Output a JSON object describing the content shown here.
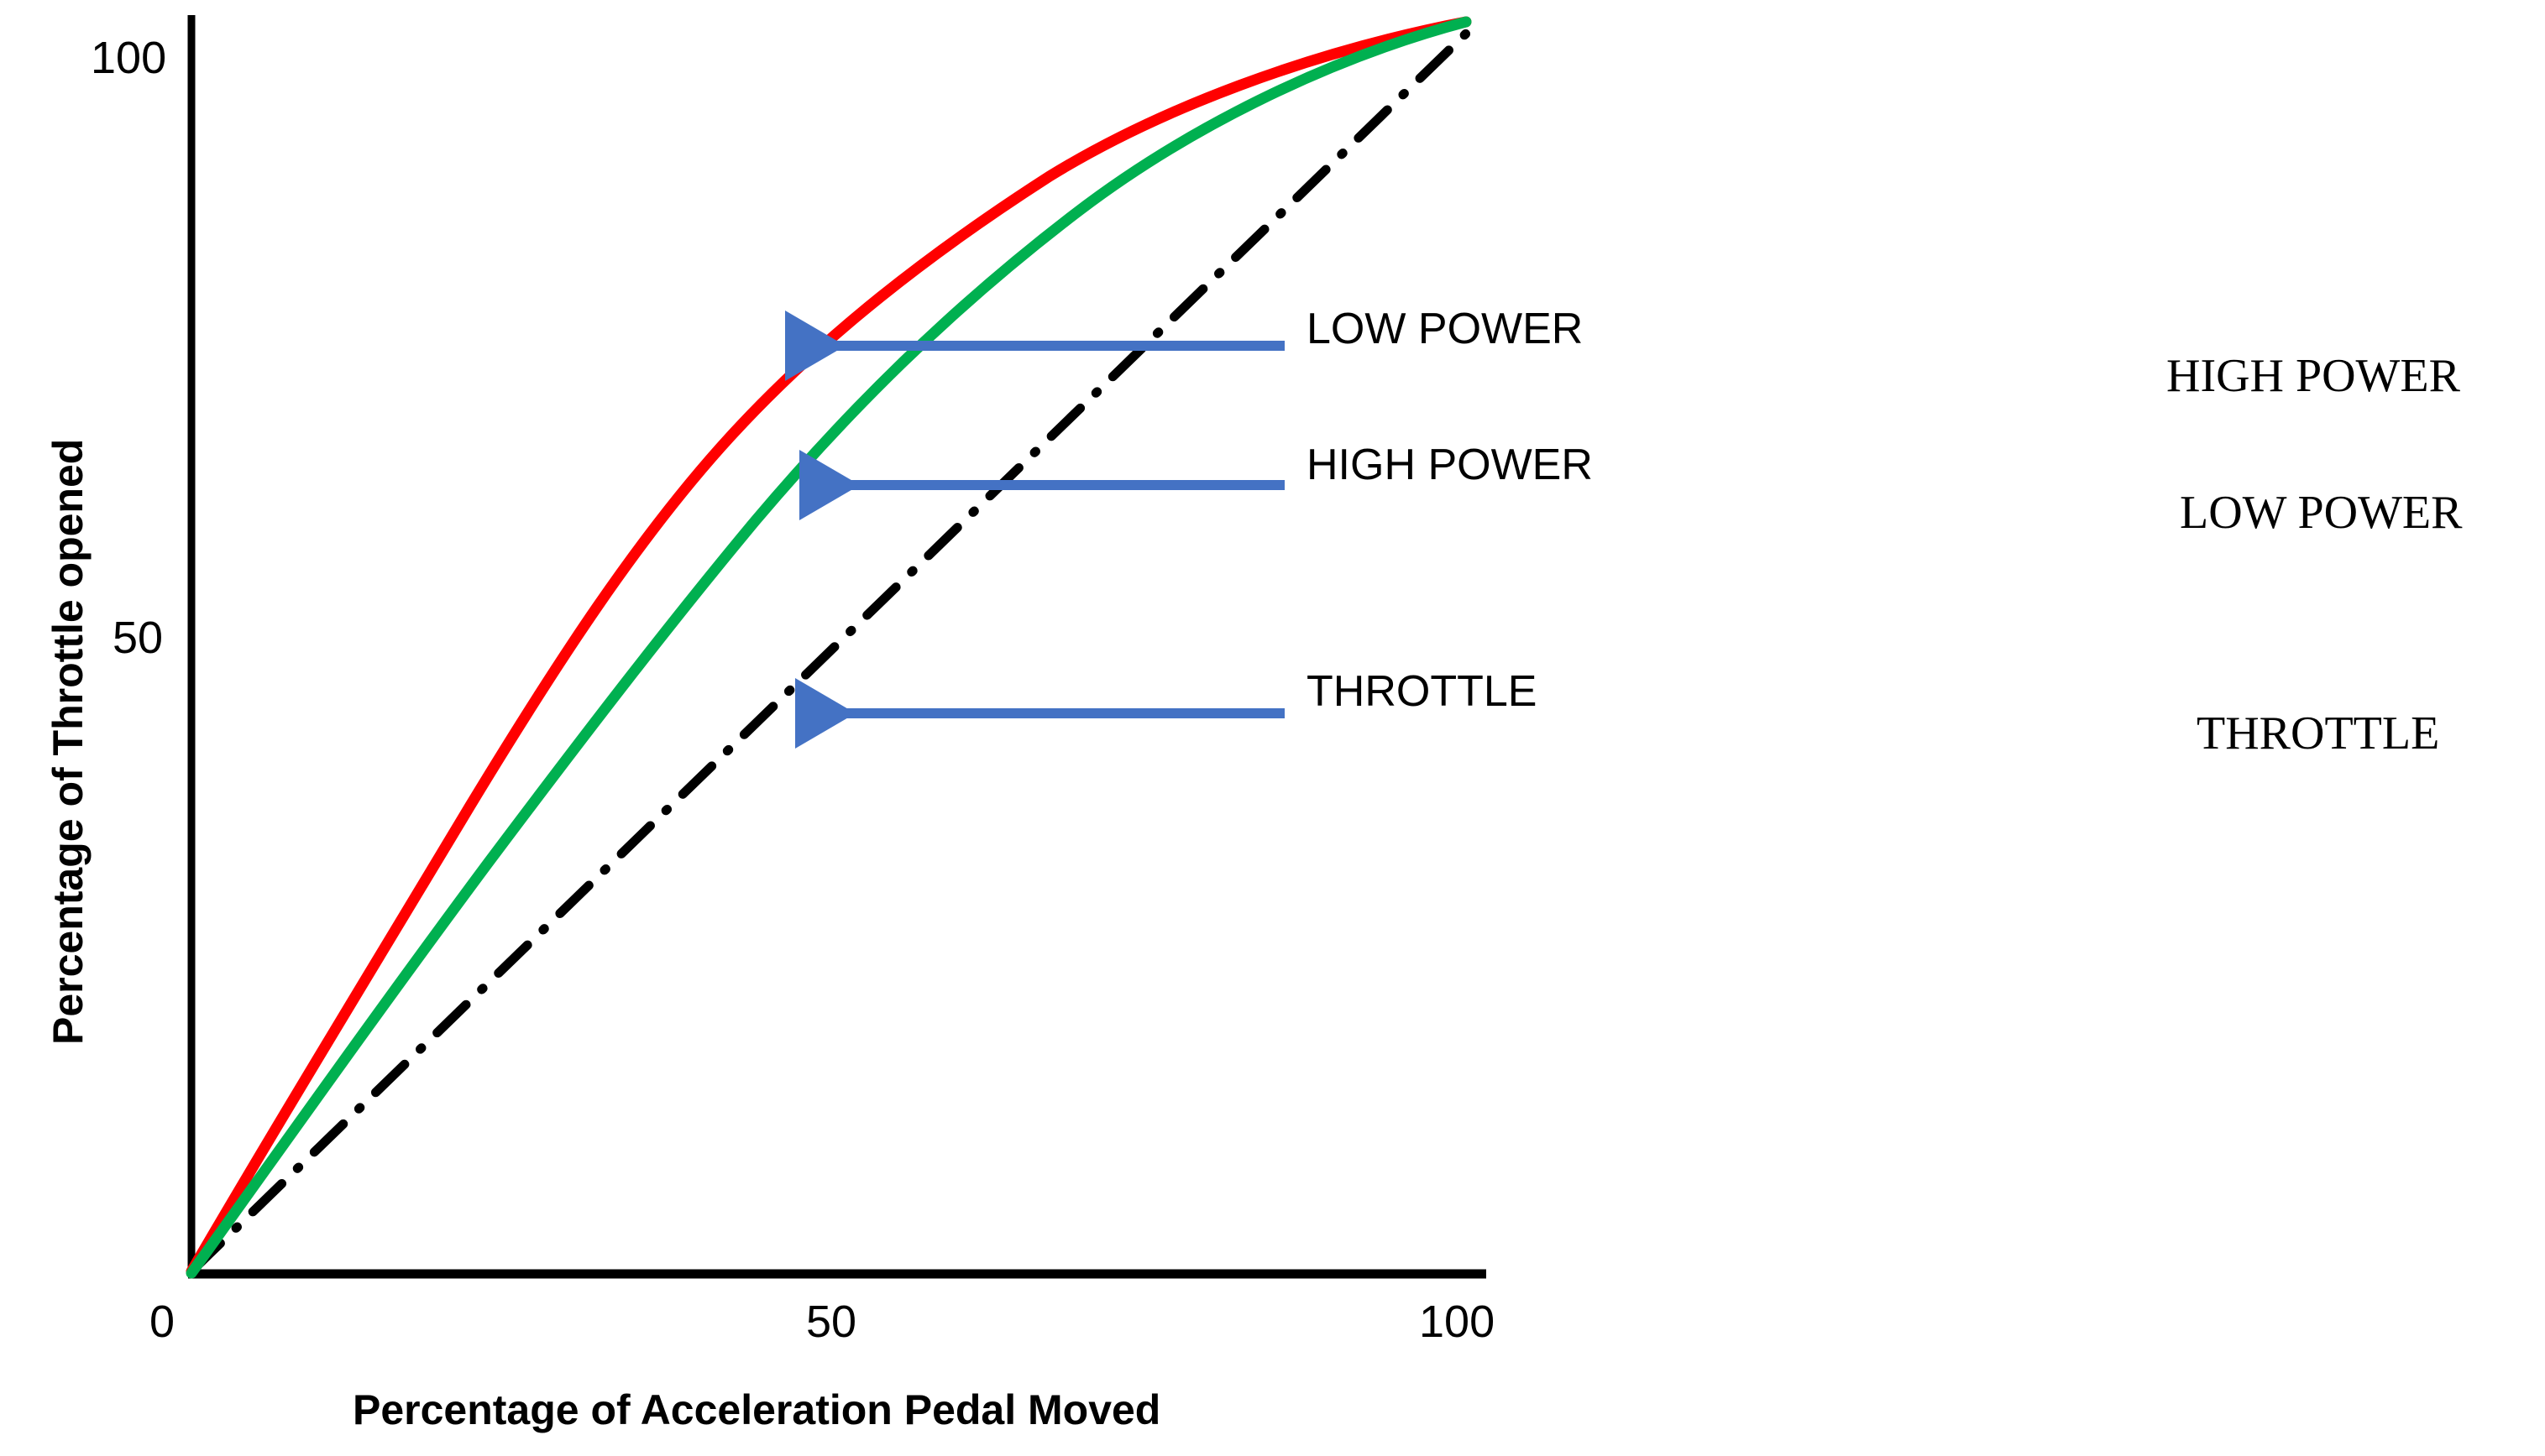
{
  "chart_data": {
    "type": "line",
    "title": "",
    "xlabel": "Percentage of Acceleration Pedal Moved",
    "ylabel": "Percentage of Throttle opened",
    "xlim": [
      0,
      106
    ],
    "ylim": [
      0,
      106
    ],
    "xticks": [
      "0",
      "50",
      "100"
    ],
    "xtick_values": [
      0,
      50,
      100
    ],
    "yticks": [
      "50",
      "100"
    ],
    "ytick_values": [
      50,
      100
    ],
    "grid": false,
    "legend_position": "inline-callouts",
    "series": [
      {
        "name": "LOW POWER",
        "color": "#FF0000",
        "style": "solid",
        "x": [
          0,
          5,
          10,
          15,
          20,
          25,
          30,
          35,
          40,
          45,
          50,
          55,
          60,
          65,
          70,
          75,
          80,
          85,
          90,
          95,
          100
        ],
        "y": [
          0,
          9,
          18,
          27,
          36,
          45,
          53,
          61,
          68,
          74,
          79,
          84,
          88,
          91,
          94,
          96,
          98,
          99.5,
          101,
          102,
          103
        ]
      },
      {
        "name": "HIGH POWER",
        "color": "#00B050",
        "style": "solid",
        "x": [
          0,
          5,
          10,
          15,
          20,
          25,
          30,
          35,
          40,
          45,
          50,
          55,
          60,
          65,
          70,
          75,
          80,
          85,
          90,
          95,
          100
        ],
        "y": [
          0,
          7,
          14,
          21,
          28,
          35,
          42,
          49,
          56,
          63,
          70,
          76,
          82,
          87,
          91,
          94.5,
          97,
          99,
          100.5,
          102,
          103
        ]
      },
      {
        "name": "THROTTLE",
        "color": "#000000",
        "style": "dash-dot",
        "x": [
          0,
          100
        ],
        "y": [
          0,
          103
        ]
      }
    ],
    "annotations": [
      {
        "label": "LOW POWER",
        "target_series": "LOW POWER",
        "arrow_color": "#4472C4",
        "target_x": 45,
        "target_y": 74
      },
      {
        "label": "HIGH POWER",
        "target_series": "HIGH POWER",
        "arrow_color": "#4472C4",
        "target_x": 46,
        "target_y": 63
      },
      {
        "label": "THROTTLE",
        "target_series": "THROTTLE",
        "arrow_color": "#4472C4",
        "target_x": 46,
        "target_y": 45
      }
    ]
  },
  "axes": {
    "x_title": "Percentage of Acceleration Pedal Moved",
    "y_title": "Percentage of Throttle opened",
    "x_tick_0": "0",
    "x_tick_50": "50",
    "x_tick_100": "100",
    "y_tick_50": "50",
    "y_tick_100": "100"
  },
  "callouts": {
    "low_power": "LOW POWER",
    "high_power": "HIGH POWER",
    "throttle": "THROTTLE"
  },
  "legend_block": {
    "item_1": "HIGH POWER",
    "item_2": "LOW POWER",
    "item_3": "THROTTLE"
  },
  "colors": {
    "low_power_curve": "#FF0000",
    "high_power_curve": "#00B050",
    "throttle_line": "#000000",
    "arrow": "#4472C4",
    "axis": "#000000",
    "background": "#FFFFFF"
  }
}
